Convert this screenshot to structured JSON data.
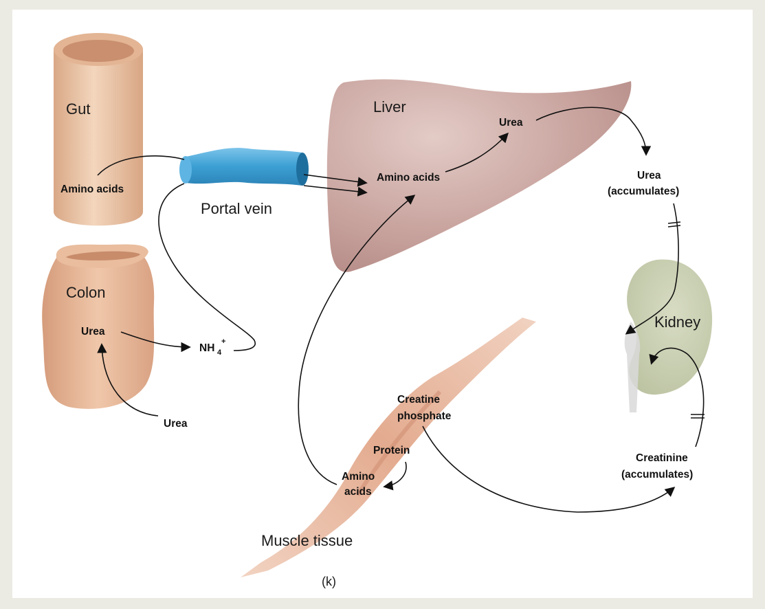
{
  "labels": {
    "gut": "Gut",
    "gut_amino_acids": "Amino acids",
    "portal_vein": "Portal vein",
    "colon": "Colon",
    "colon_urea": "Urea",
    "nh4": "NH",
    "nh4_sub": "4",
    "nh4_sup": "+",
    "urea_input": "Urea",
    "liver": "Liver",
    "liver_urea": "Urea",
    "liver_amino_acids": "Amino acids",
    "urea_accum_1": "Urea",
    "urea_accum_2": "(accumulates)",
    "kidney": "Kidney",
    "creatine_1": "Creatine",
    "creatine_2": "phosphate",
    "protein": "Protein",
    "muscle_amino_1": "Amino",
    "muscle_amino_2": "acids",
    "creatinine_1": "Creatinine",
    "creatinine_2": "(accumulates)",
    "muscle_tissue": "Muscle tissue",
    "figure_label": "(k)"
  },
  "colors": {
    "gut": "#e9c2a1",
    "colon": "#e8b797",
    "portal_vein": "#4aa6d6",
    "liver": "#c9a49f",
    "kidney": "#c9cfb2",
    "muscle": "#e6b79f"
  }
}
